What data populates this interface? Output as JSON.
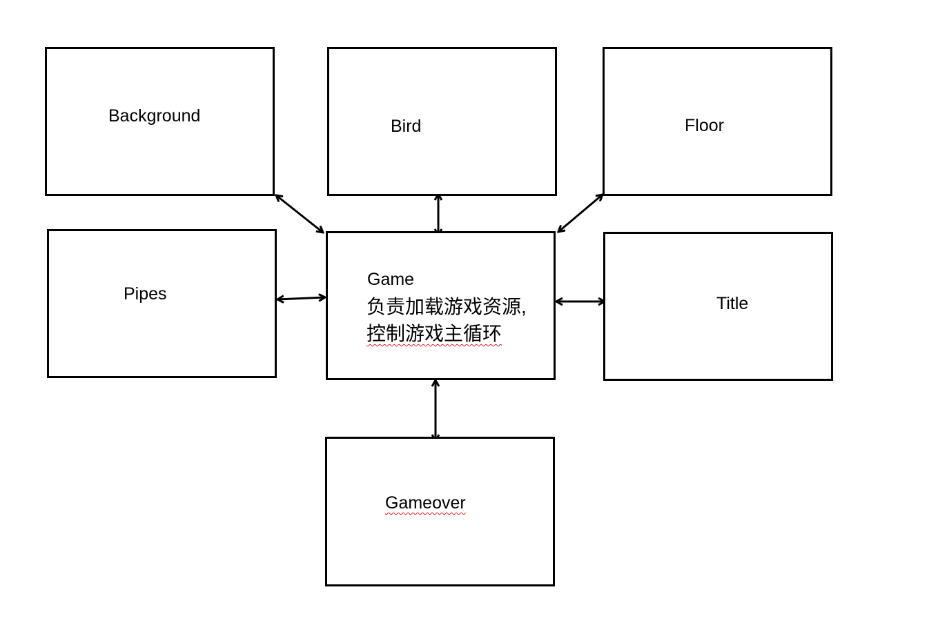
{
  "nodes": {
    "background": {
      "label": "Background"
    },
    "bird": {
      "label": "Bird"
    },
    "floor": {
      "label": "Floor"
    },
    "pipes": {
      "label": "Pipes"
    },
    "game": {
      "label": "Game",
      "description_line1": "负责加载游戏资源,",
      "description_line2": "控制游戏主循环"
    },
    "title": {
      "label": "Title"
    },
    "gameover": {
      "label": "Gameover"
    }
  },
  "edges": [
    {
      "from": "Game",
      "to": "Background",
      "direction": "both"
    },
    {
      "from": "Game",
      "to": "Bird",
      "direction": "both"
    },
    {
      "from": "Game",
      "to": "Floor",
      "direction": "both"
    },
    {
      "from": "Game",
      "to": "Pipes",
      "direction": "both"
    },
    {
      "from": "Game",
      "to": "Title",
      "direction": "both"
    },
    {
      "from": "Game",
      "to": "Gameover",
      "direction": "both"
    }
  ],
  "colors": {
    "line": "#000000",
    "background": "#ffffff",
    "spellcheck_underline": "#e02020"
  }
}
